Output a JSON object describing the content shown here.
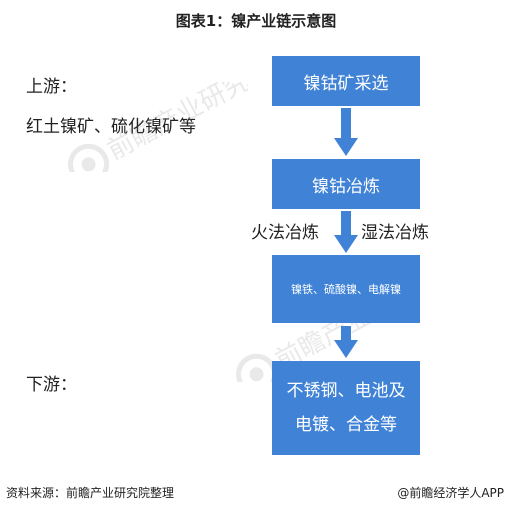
{
  "title": "图表1：镍产业链示意图",
  "upstream": {
    "label": "上游：",
    "description": "红土镍矿、硫化镍矿等"
  },
  "downstream": {
    "label": "下游："
  },
  "flow": {
    "step1": "镍钴矿采选",
    "step2": "镍钴冶炼",
    "method_left": "火法冶炼",
    "method_right": "湿法冶炼",
    "step3": "镍铁、硫酸镍、电解镍",
    "step4_line1": "不锈钢、电池及",
    "step4_line2": "电镀、合金等"
  },
  "watermark": {
    "text": "前瞻产业研究院"
  },
  "footer": {
    "source": "资料来源：前瞻产业研究院整理",
    "brand": "@前瞻经济学人APP"
  },
  "colors": {
    "box": "#3f82d6",
    "arrow": "#3f82d6"
  }
}
